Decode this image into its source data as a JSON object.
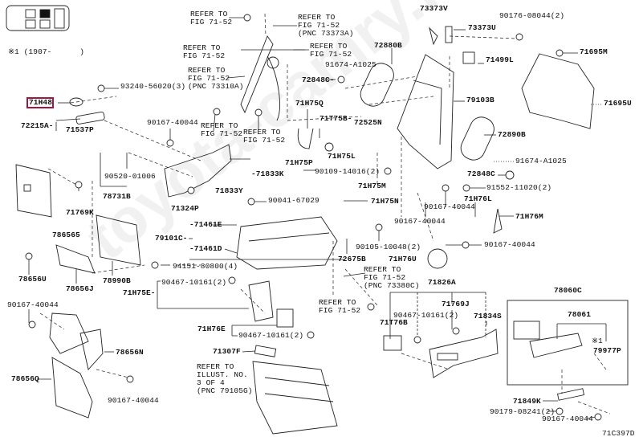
{
  "watermark": "toyota-camry.ru",
  "highlight_color": "#a0173f",
  "note": "※1 (1907-      )",
  "figure_code": "71C397D",
  "labels": {
    "refer_1": "REFER TO\nFIG 71-52",
    "refer_2": "REFER TO\nFIG 71-52\n(PNC 73373A)",
    "refer_3": "REFER TO\nFIG 71-52",
    "refer_4": "REFER TO\nFIG 71-52",
    "refer_5": "REFER TO\nFIG 71-52\n(PNC 73310A)",
    "refer_6": "REFER TO\nFIG 71-52",
    "refer_7": "REFER TO\nFIG 71-52",
    "refer_8": "REFER TO\nFIG 71-52\n(PNC 73380C)",
    "refer_9": "REFER TO\nFIG 71-52",
    "refer_10": "REFER TO\nILLUST. NO.\n3 OF 4\n(PNC 79105G)",
    "p93240": "93240-56020(3)",
    "p71H48": "71H48",
    "p72215A": "72215A-",
    "p71537P": "71537P",
    "p90167_a": "90167-40044",
    "p72848C_a": "72848C-",
    "p91674_a": "91674-A1025",
    "p72880B": "72880B",
    "p71H75Q": "71H75Q",
    "p71T75B": "71T75B-",
    "p72525N": "72525N",
    "p71H75L": "71H75L",
    "p71H75P": "71H75P",
    "p71833K": "-71833K",
    "p71833Y": "71833Y",
    "p90041": "90041-67029",
    "p90109": "90109-14016(2)",
    "p71H75M": "71H75M",
    "p71H75N": "71H75N",
    "p90167_b": "90167-40044",
    "p90167_c": "90167-40044",
    "p73373V": "73373V",
    "p90176": "90176-08044(2)",
    "p73373U": "73373U",
    "p71499L": "71499L",
    "p71695M": "71695M",
    "p71695U": "71695U",
    "p79103B": "79103B",
    "p72890B": "72890B",
    "p91674_b": "91674-A1025",
    "p72848C_b": "72848C",
    "p91552": "91552-11020(2)",
    "p71H76L": "71H76L",
    "p71H76M": "71H76M",
    "p90520": "90520-01006",
    "p78731B": "78731B",
    "p71769K": "71769K",
    "p71324P": "71324P",
    "p786565": "786565",
    "p71461E": "-71461E",
    "p79101C": "79101C-",
    "p71461D": "-71461D",
    "p94151": "94151-80800(4)",
    "p78656U": "78656U",
    "p78656J": "78656J",
    "p78990B": "78990B",
    "p90467_a": "90467-10161(2)",
    "p71H75E": "71H75E-",
    "p90167_d": "90167-40044",
    "p71H76E": "71H76E",
    "p90467_b": "90467-10161(2)",
    "p78656N": "78656N",
    "p71307F": "71307F",
    "p78656Q": "78656Q",
    "p90167_e": "90167-40044",
    "p90105": "90105-10048(2)",
    "p90167_f": "90167-40044",
    "p72675B": "72675B",
    "p71H76U": "71H76U",
    "p71826A": "71826A",
    "p78060C": "78060C",
    "p71769J": "71769J",
    "p90467_c": "90467-10161(2)",
    "p71834S": "71834S",
    "p71T76B": "71T76B",
    "p78061": "78061",
    "p_note1": "※1",
    "p79977P": "79977P",
    "p71849K": "71849K",
    "p90179": "90179-08241(2)",
    "p90167_g": "90167-40044"
  }
}
